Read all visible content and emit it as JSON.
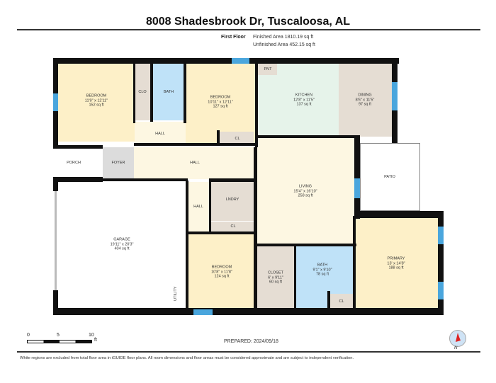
{
  "header": {
    "title": "8008 Shadesbrook Dr, Tuscaloosa, AL",
    "floor_label": "First Floor",
    "finished_area": "Finished Area 1810.19 sq ft",
    "unfinished_area": "Unfinished Area 452.15 sq ft"
  },
  "rooms": {
    "bedroom1": {
      "name": "BEDROOM",
      "dims": "11'9\" x 12'11\"",
      "area": "152 sq ft"
    },
    "clo": {
      "name": "CLO"
    },
    "bath1": {
      "name": "BATH"
    },
    "bedroom2": {
      "name": "BEDROOM",
      "dims": "10'11\" x 12'11\"",
      "area": "127 sq ft"
    },
    "pnt": {
      "name": "PNT"
    },
    "kitchen": {
      "name": "KITCHEN",
      "dims": "12'8\" x 11'5\"",
      "area": "137 sq ft"
    },
    "dining": {
      "name": "DINING",
      "dims": "8'6\" x 11'5\"",
      "area": "97 sq ft"
    },
    "hall1": {
      "name": "HALL"
    },
    "cl1": {
      "name": "CL"
    },
    "porch": {
      "name": "PORCH"
    },
    "foyer": {
      "name": "FOYER"
    },
    "hall2": {
      "name": "HALL"
    },
    "living": {
      "name": "LIVING",
      "dims": "15'4\" x 16'10\"",
      "area": "258 sq ft"
    },
    "patio": {
      "name": "PATIO"
    },
    "hall3": {
      "name": "HALL"
    },
    "lndry": {
      "name": "LNDRY"
    },
    "cl2": {
      "name": "CL"
    },
    "garage": {
      "name": "GARAGE",
      "dims": "19'11\" x 20'3\"",
      "area": "404 sq ft"
    },
    "utility": {
      "name": "UTILITY"
    },
    "bedroom3": {
      "name": "BEDROOM",
      "dims": "10'8\" x 11'8\"",
      "area": "124 sq ft"
    },
    "closet": {
      "name": "CLOSET",
      "dims": "6' x 9'11\"",
      "area": "60 sq ft"
    },
    "bath2": {
      "name": "BATH",
      "dims": "9'1\" x 9'10\"",
      "area": "78 sq ft"
    },
    "cl3": {
      "name": "CL"
    },
    "primary": {
      "name": "PRIMARY",
      "dims": "13' x 14'8\"",
      "area": "188 sq ft"
    }
  },
  "scale": {
    "ticks": [
      "0",
      "5",
      "10"
    ],
    "unit": "ft"
  },
  "footer": {
    "prepared": "PREPARED: 2024/09/18",
    "compass_label": "N",
    "disclaimer": "White regions are excluded from total floor area in iGUIDE floor plans. All room dimensions and floor areas must be considered approximate and are subject to independent verification."
  },
  "colors": {
    "bedroom": "#fdf0c8",
    "bath": "#bfe2f8",
    "kitchen": "#e6f3ea",
    "closet": "#e5ddd3",
    "hall": "#fdf7e2",
    "foyer": "#dcdcdc",
    "wall": "#111111",
    "window": "#4aa6dd"
  }
}
